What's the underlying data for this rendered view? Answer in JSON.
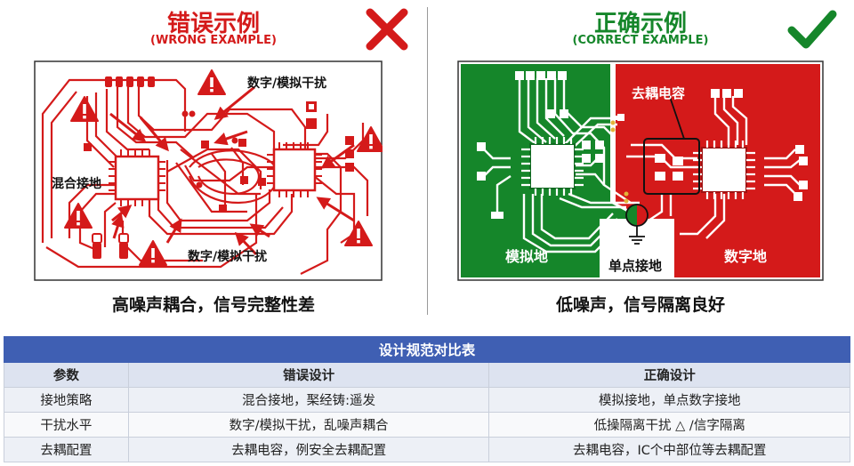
{
  "wrong": {
    "title": "错误示例",
    "subtitle": "(WRONG EXAMPLE)",
    "callouts": {
      "digital_analog_top": "数字/模拟干扰",
      "digital_analog_bottom": "数字/模拟干扰",
      "mixed_ground": "混合接地"
    },
    "caption": "高噪声耦合，信号完整性差",
    "mark_icon": "red-x-icon"
  },
  "correct": {
    "title": "正确示例",
    "subtitle": "(CORRECT EXAMPLE)",
    "zones": {
      "analog": "模拟地",
      "digital": "数字地",
      "single_point": "单点接地",
      "decoupling": "去耦电容"
    },
    "caption": "低噪声，信号隔离良好",
    "mark_icon": "green-check-icon"
  },
  "table": {
    "title": "设计规范对比表",
    "headers": [
      "参数",
      "错误设计",
      "正确设计"
    ],
    "rows": [
      [
        "接地策略",
        "混合接地，棸经铸:遥发",
        "模拟接地，单点数字接地"
      ],
      [
        "干扰水平",
        "数字/模拟干扰，乱噪声耦合",
        "低操隔离干扰 △ /信字隔离"
      ],
      [
        "去耦配置",
        "去耦电容，例安全去耦配置",
        "去耦电容，IC个中部位等去耦配置"
      ]
    ]
  },
  "colors": {
    "wrong_red": "#d41a1a",
    "correct_green": "#15862a",
    "table_header": "#3f5fb3"
  }
}
